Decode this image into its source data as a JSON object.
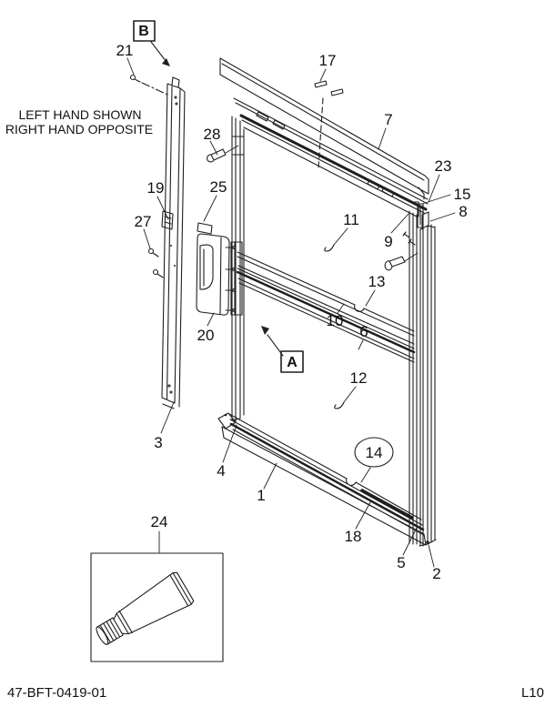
{
  "figure": {
    "note": {
      "line1": "LEFT HAND SHOWN",
      "line2": "RIGHT HAND OPPOSITE"
    },
    "footer": {
      "left": "47-BFT-0419-01",
      "right": "L10"
    },
    "colors": {
      "line": "#1f1f1f",
      "highlight": "#2eae4e",
      "background": "#ffffff"
    },
    "detail_markers": {
      "a": "A",
      "b": "B"
    },
    "callouts": {
      "n1": "1",
      "n2": "2",
      "n3": "3",
      "n4": "4",
      "n5": "5",
      "n6": "6",
      "n7": "7",
      "n8": "8",
      "n9": "9",
      "n10": "10",
      "n11": "11",
      "n12": "12",
      "n13": "13",
      "n14": "14",
      "n15": "15",
      "n17": "17",
      "n18": "18",
      "n19": "19",
      "n20": "20",
      "n21": "21",
      "n23": "23",
      "n24": "24",
      "n25": "25",
      "n27": "27",
      "n28": "28"
    }
  }
}
